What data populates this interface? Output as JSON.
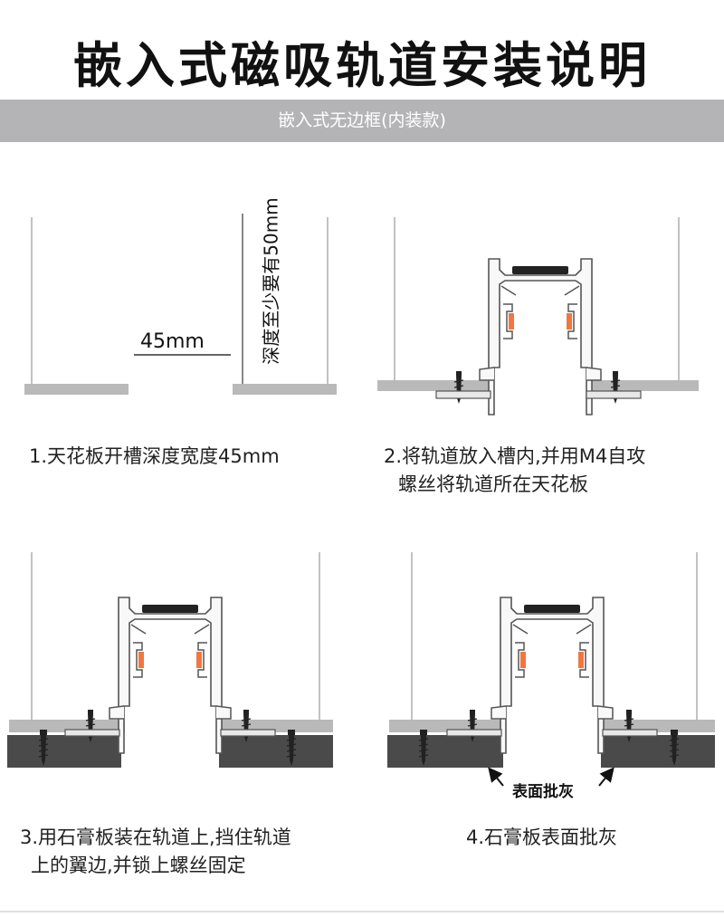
{
  "title": "嵌入式磁吸轨道安装说明",
  "subtitle": "嵌入式无边框(内装款)",
  "steps": [
    {
      "caption_lines": [
        "1.天花板开槽深度宽度45mm"
      ]
    },
    {
      "caption_lines": [
        "2.将轨道放入槽内,并用M4自攻",
        "螺丝将轨道所在天花板"
      ]
    },
    {
      "caption_lines": [
        "3.用石膏板装在轨道上,挡住轨道",
        "上的翼边,并锁上螺丝固定"
      ]
    },
    {
      "caption_lines": [
        "4.石膏板表面批灰"
      ]
    }
  ],
  "annotations": {
    "width_label": "45mm",
    "depth_label": "深度至少要有50mm",
    "surface_label": "表面批灰"
  },
  "colors": {
    "banner": "#b4b4b6",
    "ceiling_board": "#b9b9ba",
    "gypsum_board": "#4a4a4a",
    "track_stroke": "#555555",
    "magnet": "#f07840"
  }
}
